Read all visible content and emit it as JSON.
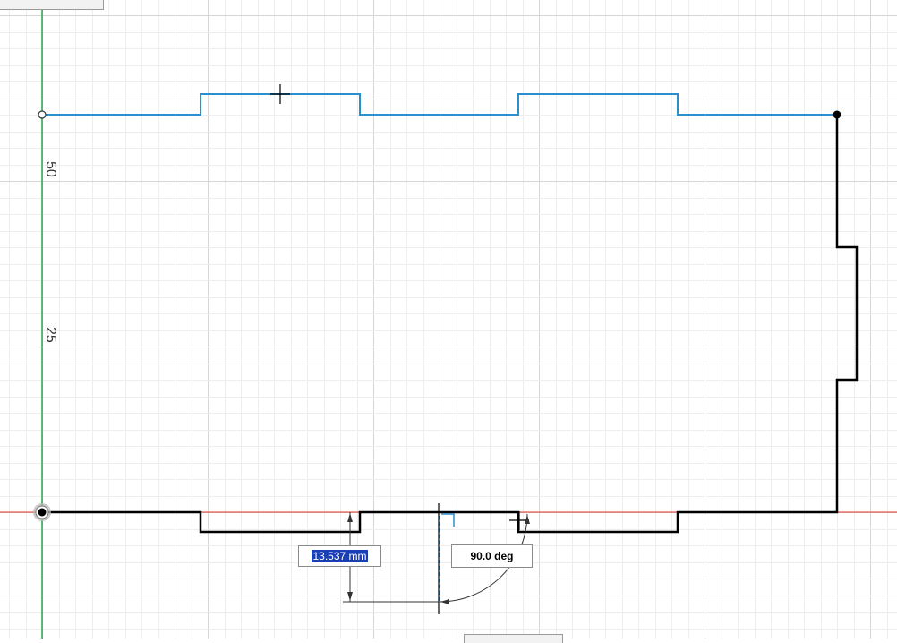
{
  "viewport": {
    "axis_labels": [
      "50",
      "25"
    ],
    "colors": {
      "grid_minor": "#eeeeee",
      "grid_major": "#d6d6d6",
      "x_axis": "#e0312a",
      "y_axis": "#2ea64a",
      "profile_selected": "#2a8fcf",
      "profile": "#000000",
      "dimension": "#333333"
    }
  },
  "dimensions": {
    "length": {
      "value": "13.537 mm"
    },
    "angle": {
      "value": "90.0 deg"
    }
  }
}
